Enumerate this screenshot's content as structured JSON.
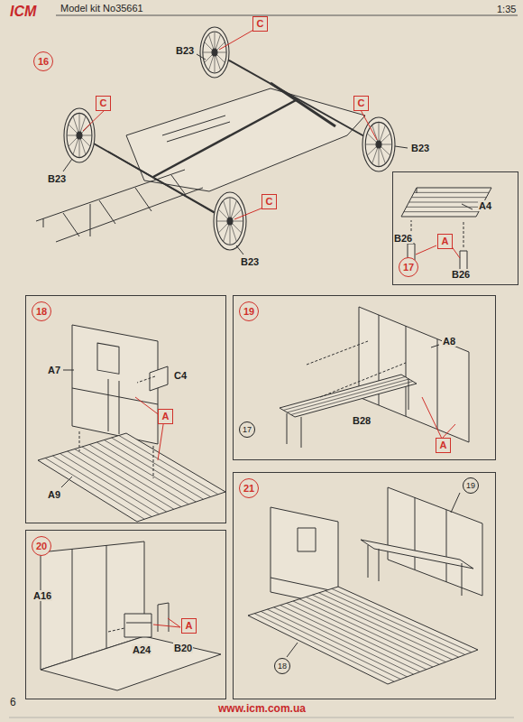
{
  "diagram": {
    "nodes": [
      {
        "text": [
          "16"
        ]
      },
      {
        "text": [
          "C"
        ]
      },
      {
        "text": [
          "C"
        ]
      },
      {
        "text": [
          "C"
        ]
      },
      {
        "text": [
          "C"
        ]
      },
      {
        "text": [
          "17"
        ]
      },
      {
        "text": [
          "A"
        ],
        "in": 5
      },
      {
        "text": [
          "18"
        ]
      },
      {
        "text": [
          "A"
        ],
        "in": 7
      },
      {
        "text": [
          "19"
        ]
      },
      {
        "text": [
          "A"
        ],
        "in": 9
      },
      {
        "text": [
          "17"
        ],
        "in": 9
      },
      {
        "text": [
          "20"
        ]
      },
      {
        "text": [
          "A"
        ],
        "in": 12
      },
      {
        "text": [
          "21"
        ]
      },
      {
        "text": [
          "19"
        ],
        "in": 14
      },
      {
        "text": [
          "18"
        ],
        "in": 14
      }
    ],
    "labels": [
      "ICM",
      "Model kit No35661",
      "1:35",
      "B23",
      "B23",
      "B23",
      "B23",
      "A4",
      "B26",
      "B26",
      "A7",
      "C4",
      "A9",
      "A8",
      "B28",
      "A16",
      "A24",
      "B20",
      "6",
      "www.icm.com.ua"
    ]
  }
}
